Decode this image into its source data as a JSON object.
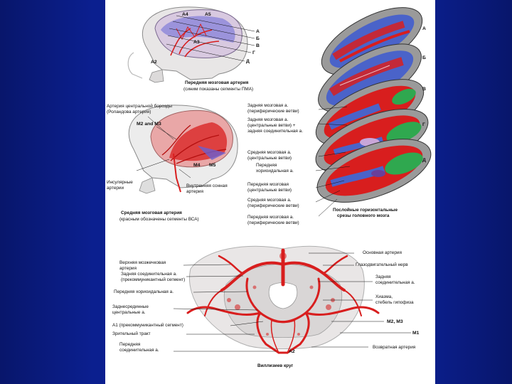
{
  "top_left": {
    "segment_tags": [
      "A4",
      "A5",
      "A3",
      "A2"
    ],
    "level_tags": [
      "А",
      "Б",
      "В",
      "Г",
      "Д"
    ],
    "caption_title": "Передняя мозговая артерия",
    "caption_sub": "(синим показаны сегменты ПМА)"
  },
  "mid_left": {
    "label_rolando_1": "Артерия центральной борозды",
    "label_rolando_2": "(Роландова артерия)",
    "label_m2m3": "M2 and M3",
    "label_insular_1": "Инсулярные",
    "label_insular_2": "артерии",
    "label_m4": "M4",
    "label_m5": "M5",
    "label_ica_1": "Внутренняя сонная",
    "label_ica_2": "артерия",
    "caption_title": "Средняя мозговая артерия",
    "caption_sub": "(красным обозначены сегменты ВСА)"
  },
  "right": {
    "slice_tags": [
      "А",
      "Б",
      "В",
      "Г",
      "Д"
    ],
    "labels": [
      "Задняя мозговая а.",
      "(периферические ветви)",
      "Задняя мозговая а.",
      "(центральные ветви) +",
      "задняя соединительная а.",
      "Средняя мозговая а.",
      "(центральные ветви)",
      "Передняя",
      "хориоидальная а.",
      "Передняя мозговая",
      "(центральные ветви)",
      "Средняя мозговая а.",
      "(периферические ветви)",
      "Передняя мозговая а.",
      "(периферические ветви)"
    ],
    "caption_1": "Послойные горизонтальные",
    "caption_2": "срезы головного мозга"
  },
  "bottom": {
    "left_labels": [
      "Верхняя мозжечковая",
      "артерия",
      "Задняя соединительная а.",
      "(прекоммуникантный сегмент)",
      "Передняя хориоидальная а.",
      "Заднесрединные",
      "центральные а.",
      "A1 (прекоммуникантный сегмент)",
      "Зрительный тракт",
      "Передняя",
      "соединительная а."
    ],
    "right_labels": [
      "Основная артерия",
      "Глазодвигательный нерв",
      "Задняя",
      "соединительная а.",
      "Хиазма,",
      "стебель гипофиза",
      "M2, M3",
      "M1",
      "Возвратная артерия"
    ],
    "a2_tag": "A2",
    "caption": "Виллизиев круг"
  },
  "colors": {
    "background": "#0b1f8f",
    "artery_red": "#d81e1e",
    "segment_blue": "#4a63c9",
    "green": "#2fa84f"
  }
}
